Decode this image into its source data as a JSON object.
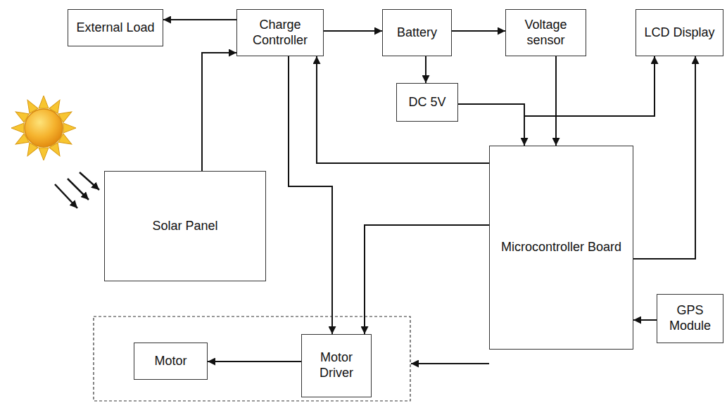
{
  "diagram": {
    "nodes": [
      {
        "text": [
          "External Load"
        ]
      },
      {
        "text": [
          "Charge Controller"
        ]
      },
      {
        "text": [
          "Battery"
        ]
      },
      {
        "text": [
          "Voltage sensor"
        ]
      },
      {
        "text": [
          "LCD Display"
        ]
      },
      {
        "text": [
          "DC 5V"
        ]
      },
      {
        "text": [
          "Solar Panel"
        ]
      },
      {
        "text": [
          "Microcontroller Board"
        ]
      },
      {
        "text": [
          "Motor"
        ]
      },
      {
        "text": [
          "Motor Driver"
        ]
      },
      {
        "text": [
          "GPS Module"
        ]
      }
    ],
    "edges": [
      {
        "from": 1,
        "to": 0,
        "arrow": "to"
      },
      {
        "from": 6,
        "to": 1,
        "arrow": "to"
      },
      {
        "from": 1,
        "to": 2,
        "arrow": "to"
      },
      {
        "from": 2,
        "to": 3,
        "arrow": "to"
      },
      {
        "from": 2,
        "to": 5,
        "arrow": "to"
      },
      {
        "from": 5,
        "to": 7,
        "arrow": "to"
      },
      {
        "from": 5,
        "to": 4,
        "arrow": "to"
      },
      {
        "from": 3,
        "to": 7,
        "arrow": "to"
      },
      {
        "from": 7,
        "to": 1,
        "arrow": "to"
      },
      {
        "from": 1,
        "to": 9,
        "arrow": "to"
      },
      {
        "from": 7,
        "to": 9,
        "arrow": "to"
      },
      {
        "from": 7,
        "to": 4,
        "arrow": "to"
      },
      {
        "from": 10,
        "to": 7,
        "arrow": "to"
      },
      {
        "from": 9,
        "to": 8,
        "arrow": "to"
      }
    ]
  }
}
